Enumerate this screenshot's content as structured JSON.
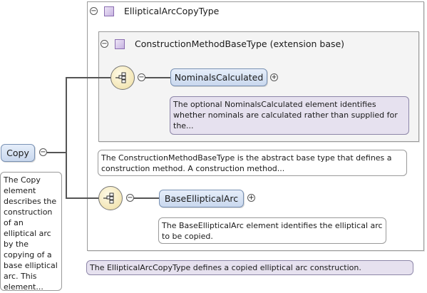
{
  "outer_type": {
    "name": "EllipticalArcCopyType",
    "annotation": "The EllipticalArcCopyType defines a copied elliptical arc construction."
  },
  "base_type": {
    "name": "ConstructionMethodBaseType (extension base)",
    "annotation": "The ConstructionMethodBaseType is the abstract base type that defines a construction method. A construction method..."
  },
  "root_element": {
    "name": "Copy",
    "annotation": "The Copy element describes the construction of an elliptical arc by the copying of a base elliptical arc. This element..."
  },
  "elements": [
    {
      "name": "NominalsCalculated",
      "annotation": "The optional NominalsCalculated element identifies whether nominals are calculated rather than supplied for the..."
    },
    {
      "name": "BaseEllipticalArc",
      "annotation": "The BaseEllipticalArc element identifies the elliptical arc to be copied."
    }
  ],
  "symbols": {
    "collapse": "⊖",
    "expand": "+"
  }
}
